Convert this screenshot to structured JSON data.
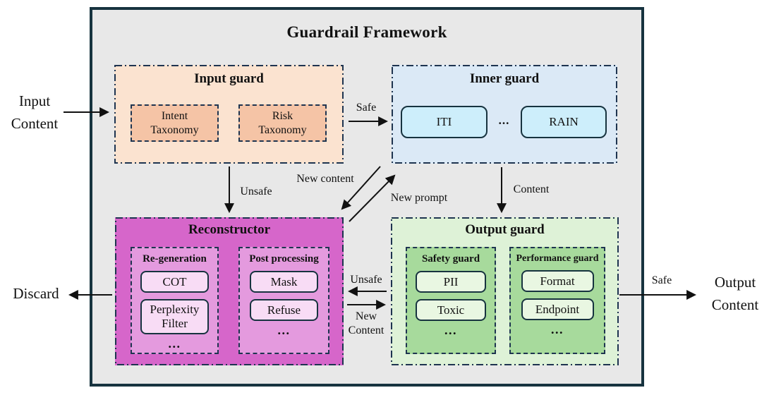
{
  "title": "Guardrail Framework",
  "outside": {
    "input_content": "Input\nContent",
    "discard": "Discard",
    "output_content": "Output\nContent"
  },
  "input_guard": {
    "title": "Input guard",
    "items": [
      "Intent\nTaxonomy",
      "Risk\nTaxonomy"
    ]
  },
  "inner_guard": {
    "title": "Inner guard",
    "item_left": "ITI",
    "ellipsis": "...",
    "item_right": "RAIN"
  },
  "reconstructor": {
    "title": "Reconstructor",
    "sections": [
      {
        "title": "Re-generation",
        "items": [
          "COT",
          "Perplexity\nFilter"
        ],
        "ellipsis": "..."
      },
      {
        "title": "Post processing",
        "items": [
          "Mask",
          "Refuse"
        ],
        "ellipsis": "..."
      }
    ]
  },
  "output_guard": {
    "title": "Output guard",
    "sections": [
      {
        "title": "Safety guard",
        "items": [
          "PII",
          "Toxic"
        ],
        "ellipsis": "..."
      },
      {
        "title": "Performance guard",
        "items": [
          "Format",
          "Endpoint"
        ],
        "ellipsis": "..."
      }
    ]
  },
  "arrows": {
    "safe_top": "Safe",
    "unsafe_down": "Unsafe",
    "new_content_diagonal": "New content",
    "new_prompt_diagonal": "New prompt",
    "content_down": "Content",
    "unsafe_mid": "Unsafe",
    "new_content_mid": "New\nContent",
    "safe_right": "Safe"
  },
  "colors": {
    "frame_border": "#17333f",
    "frame_bg": "#e8e8e8",
    "dash_border": "#1e3450",
    "input_guard_bg": "#fbe3d0",
    "input_item_bg": "#f5c4a6",
    "inner_guard_bg": "#dbe9f6",
    "inner_item_bg": "#cdeefb",
    "reconstructor_bg": "#d666ca",
    "reconstructor_section_bg": "#e49ade",
    "reconstructor_item_bg": "#f8dcf5",
    "output_guard_bg": "#def2d7",
    "output_section_bg": "#a7da9c",
    "output_item_bg": "#e9f7e2",
    "arrow": "#111111"
  }
}
